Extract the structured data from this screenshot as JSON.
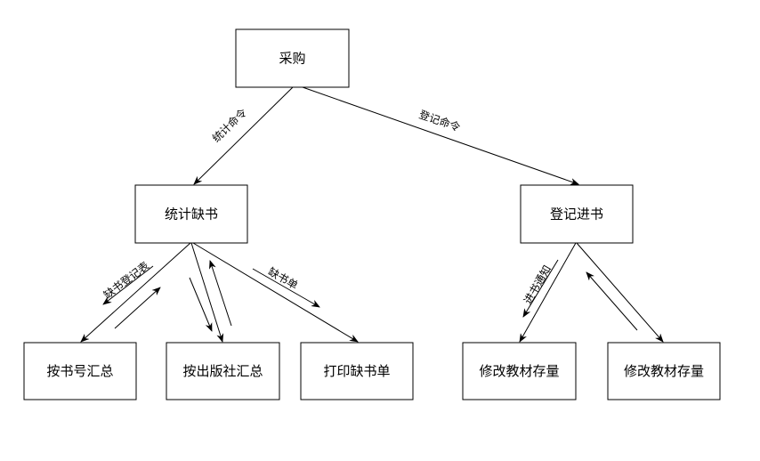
{
  "nodes": {
    "purchase": "采购",
    "stat_missing": "统计缺书",
    "register_in": "登记进书",
    "by_number": "按书号汇总",
    "by_publisher": "按出版社汇总",
    "print_missing": "打印缺书单",
    "modify_stock_1": "修改教材存量",
    "modify_stock_2": "修改教材存量"
  },
  "edge_labels": {
    "stat_command": "统计命令",
    "register_command": "登记命令",
    "missing_register_table": "缺书登记表",
    "missing_list": "缺书单",
    "arrival_notice": "进书通知"
  }
}
